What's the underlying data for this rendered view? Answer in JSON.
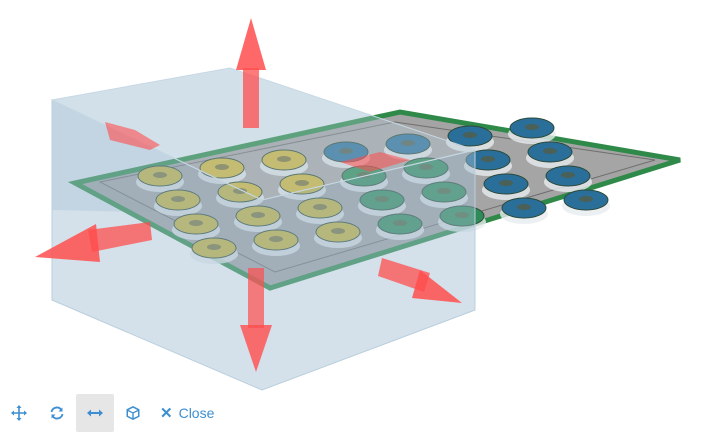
{
  "toolbar": {
    "tools": [
      {
        "name": "move-tool-button",
        "icon": "move-arrows-icon",
        "active": false
      },
      {
        "name": "rotate-tool-button",
        "icon": "rotate-icon",
        "active": false
      },
      {
        "name": "scale-tool-button",
        "icon": "horizontal-arrows-icon",
        "active": true
      },
      {
        "name": "view-cube-button",
        "icon": "cube-icon",
        "active": false
      }
    ],
    "close_label": "Close"
  },
  "colors": {
    "accent": "#3d8fd1",
    "bounding_box": "#8fb3c9",
    "gizmo_arrow": "#ff4d4d",
    "build_plate": "#9a9a9a",
    "plate_edge": "#2f8a4a",
    "part_yellow": "#c9b23a",
    "part_green": "#2e8a57",
    "part_blue": "#2a6f9a"
  }
}
